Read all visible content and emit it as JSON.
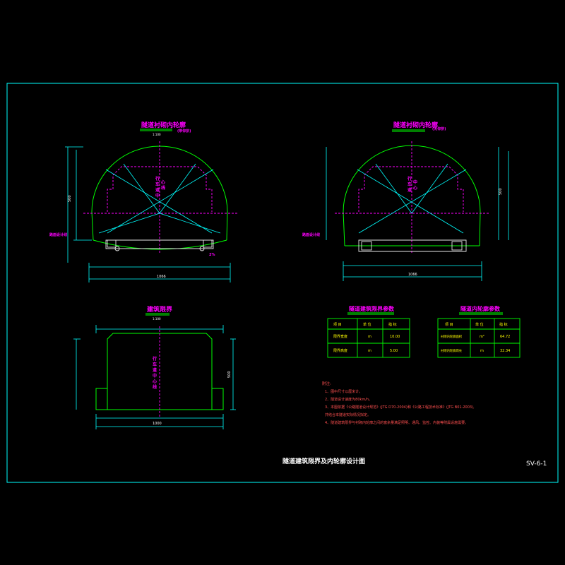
{
  "drawing": {
    "title": "隧道建筑限界及内轮廓设计图",
    "sheet_no": "SV-6-1",
    "colors": {
      "background": "#000000",
      "frame": "#00ffff",
      "outline": "#00ff00",
      "annotation": "#ff00ff",
      "note_text": "#ff5050",
      "table_text": "#ffff00"
    }
  },
  "views": {
    "left_section": {
      "title": "隧道衬砌内轮廓",
      "subtitle": "(带仰拱)",
      "scale": "1:100"
    },
    "right_section": {
      "title": "隧道衬砌内轮廓",
      "subtitle": "(无仰拱)"
    },
    "clearance": {
      "title": "建筑限界",
      "scale": "1:100",
      "center_text": "行车道中心线"
    }
  },
  "dims": {
    "left_total": "1066",
    "right_total": "1066",
    "left_height": "500",
    "right_height": "500",
    "clear_width": "1000",
    "clear_height": "500"
  },
  "clearance_table": {
    "title": "隧道建筑限界参数",
    "headers": [
      "项 目",
      "单 位",
      "指 标"
    ],
    "rows": [
      [
        "限界宽度",
        "m",
        "10.00"
      ],
      [
        "限界高度",
        "m",
        "5.00"
      ]
    ]
  },
  "profile_table": {
    "title": "隧道内轮廓参数",
    "headers": [
      "项 目",
      "单 位",
      "指 标"
    ],
    "rows": [
      [
        "衬砌内轮廓面积",
        "m²",
        "64.72"
      ],
      [
        "衬砌内轮廓周长",
        "m",
        "32.34"
      ]
    ]
  },
  "notes": {
    "heading": "附注:",
    "items": [
      "1、图中尺寸以厘米计。",
      "2、隧道设计速度为80km/h。",
      "3、本图依据《公路隧道设计规范》(JTG D70-2004)和《公路工程技术标准》(JTG B01-2003),",
      "   并结合本隧道实际情况拟定。",
      "4、隧道建筑限界与衬砌内轮廓之间的富余量满足照明、通风、监控、内装等附属设施需要。"
    ]
  }
}
